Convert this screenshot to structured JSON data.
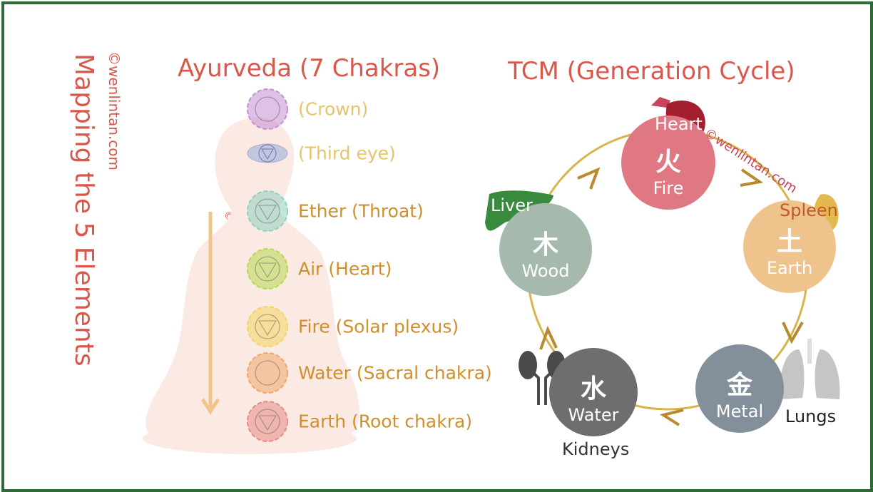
{
  "side_title": "Mapping the 5 Elements",
  "watermark": "©wenlintan.com",
  "ayurveda": {
    "title": "Ayurveda (7 Chakras)",
    "chakras": [
      {
        "label": "(Crown)",
        "color": "#c58ed3"
      },
      {
        "label": "(Third eye)",
        "color": "#9fb0dc"
      },
      {
        "label": "Ether (Throat)",
        "color": "#8fd0bf"
      },
      {
        "label": "Air (Heart)",
        "color": "#b6d94e"
      },
      {
        "label": "Fire (Solar plexus)",
        "color": "#f3d660"
      },
      {
        "label": "Water (Sacral chakra)",
        "color": "#f0a66a"
      },
      {
        "label": "Earth (Root chakra)",
        "color": "#e48b86"
      }
    ]
  },
  "tcm": {
    "title": "TCM (Generation Cycle)",
    "elements": [
      {
        "char": "火",
        "name": "Fire",
        "organ": "Heart",
        "color": "#e07884"
      },
      {
        "char": "土",
        "name": "Earth",
        "organ": "Spleen",
        "color": "#eec48c"
      },
      {
        "char": "金",
        "name": "Metal",
        "organ": "Lungs",
        "color": "#838f9a"
      },
      {
        "char": "水",
        "name": "Water",
        "organ": "Kidneys",
        "color": "#6e6e6e"
      },
      {
        "char": "木",
        "name": "Wood",
        "organ": "Liver",
        "color": "#a6b9ad"
      }
    ]
  }
}
